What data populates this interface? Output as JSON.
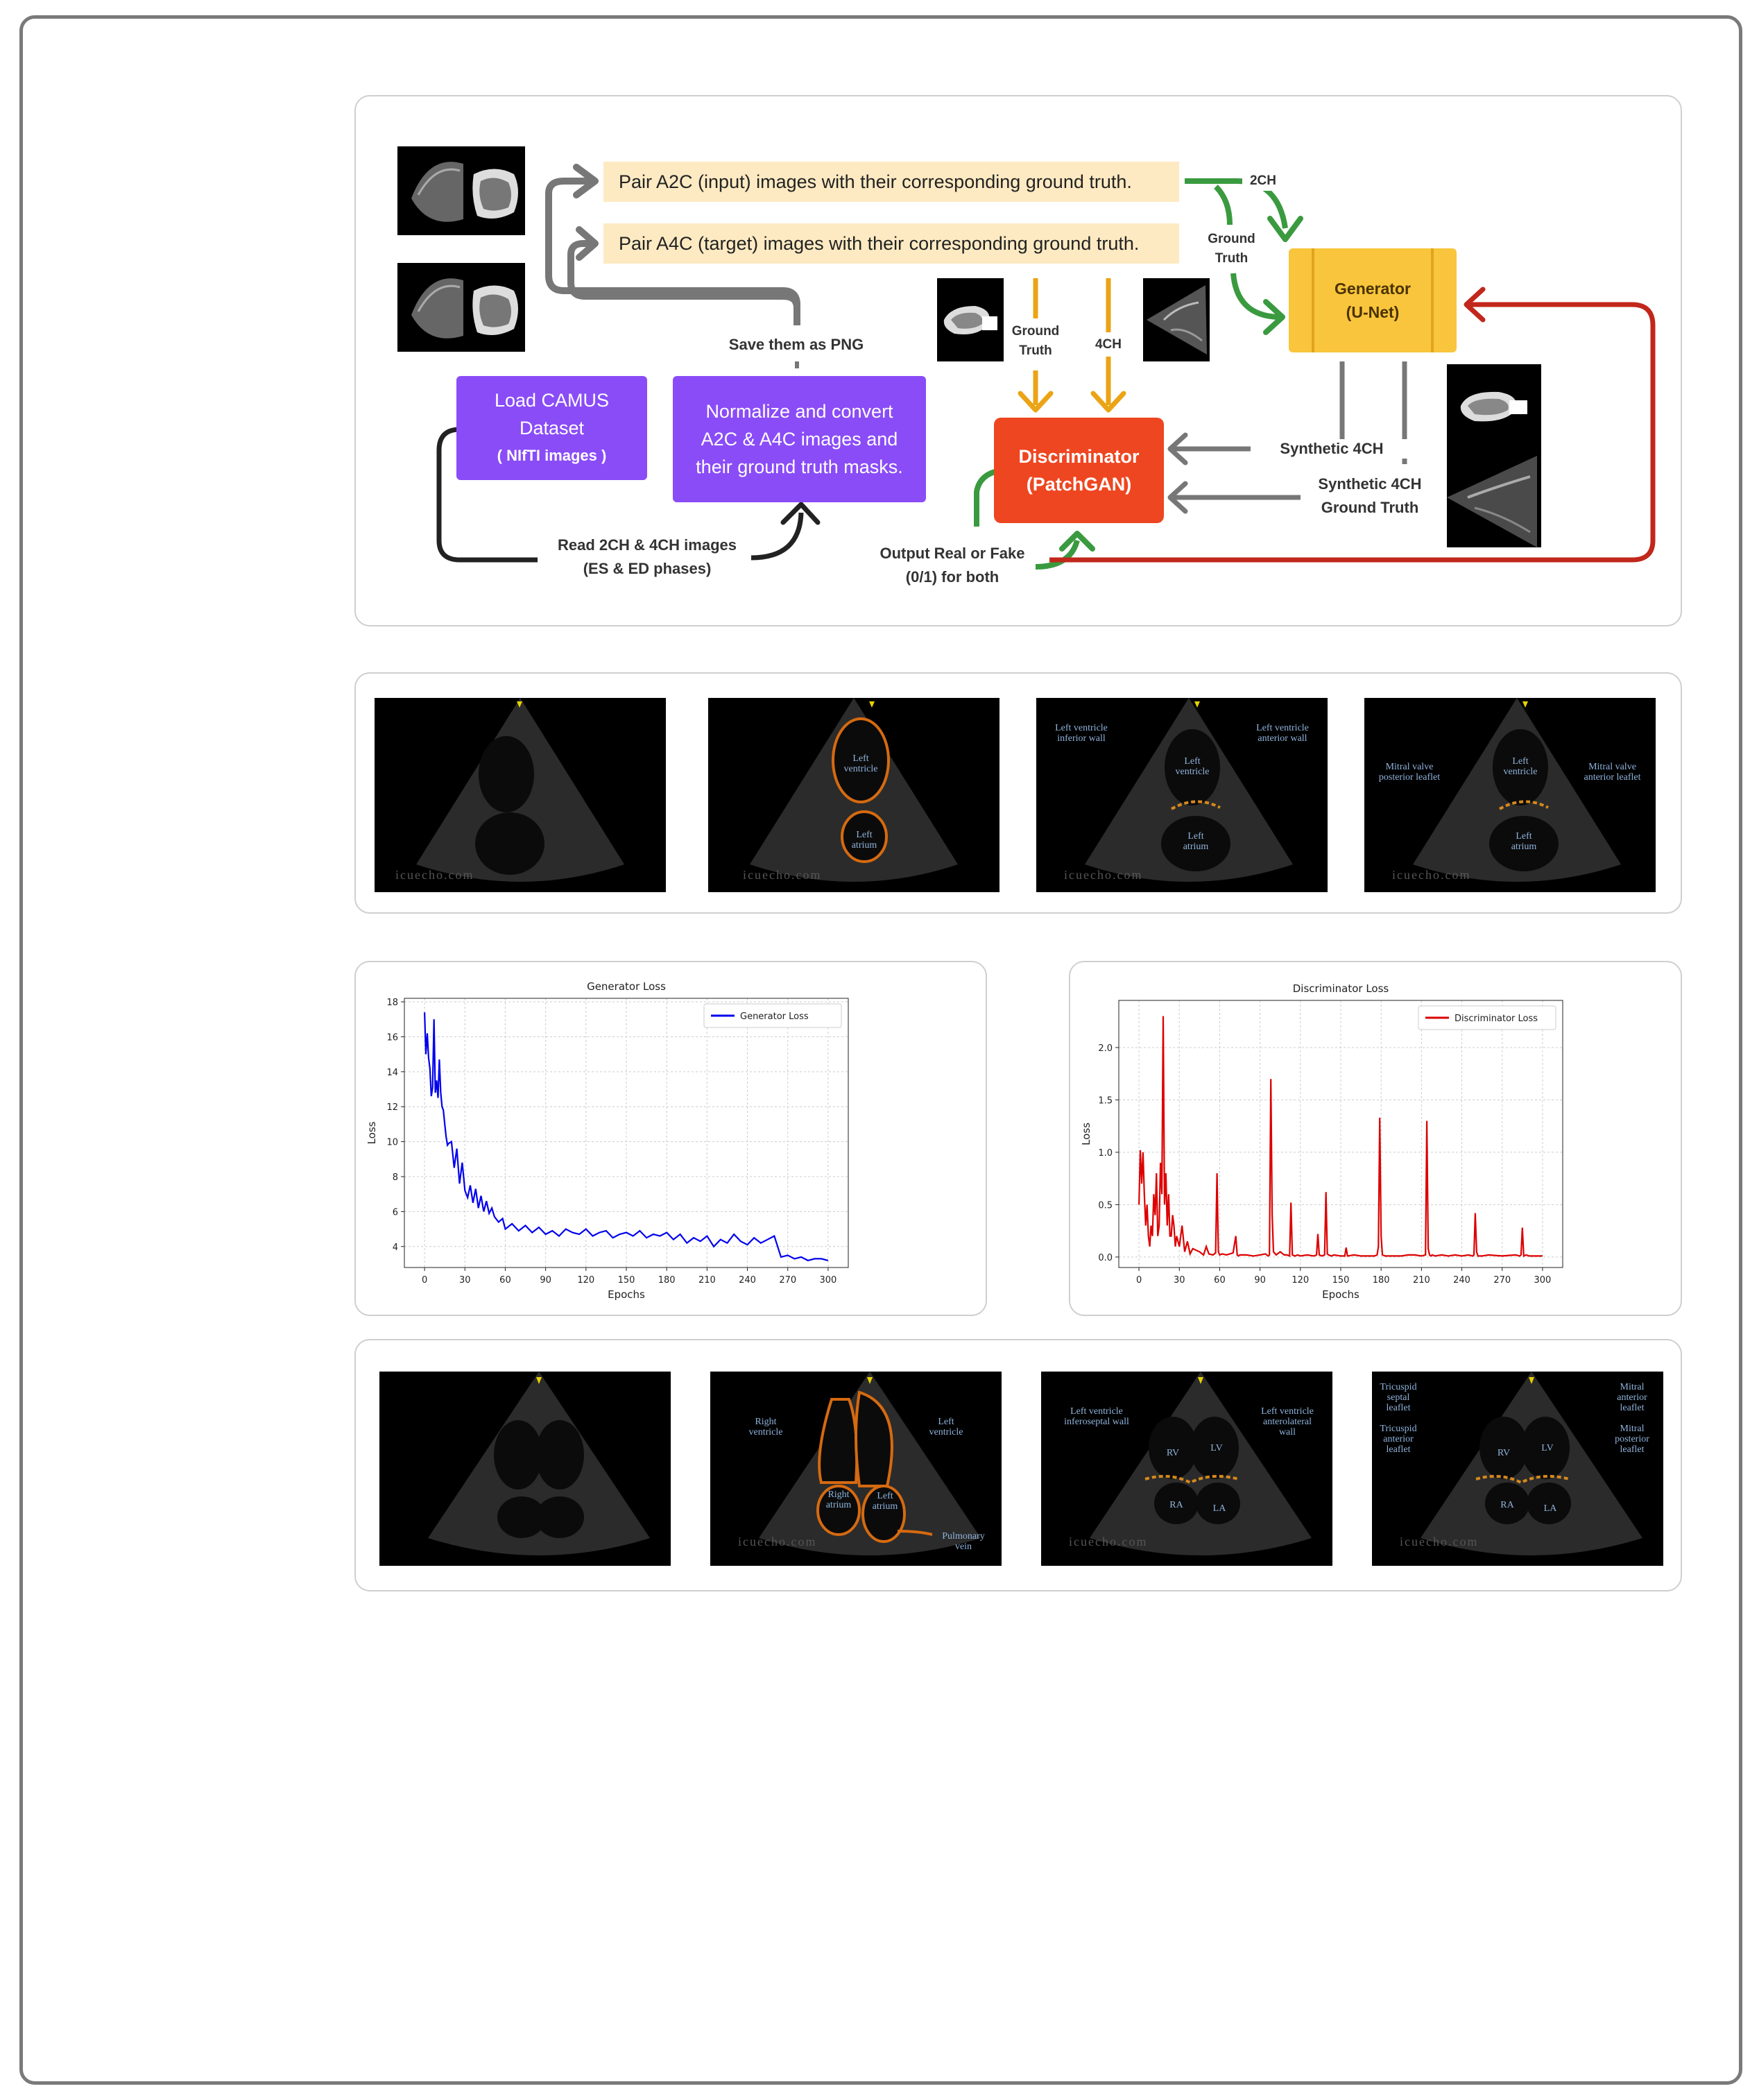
{
  "pipeline": {
    "pair_a2c": "Pair A2C (input) images with their corresponding ground truth.",
    "pair_a4c": "Pair A4C (target) images with their corresponding ground truth.",
    "save_png": "Save them as PNG",
    "load_camus_line1": "Load CAMUS",
    "load_camus_line2": "Dataset",
    "load_camus_line3": "( NIfTI images )",
    "normalize_line1": "Normalize and convert",
    "normalize_line2": "A2C & A4C images and",
    "normalize_line3": "their ground truth masks.",
    "read_line1": "Read 2CH & 4CH images",
    "read_line2": "(ES & ED phases)",
    "output_line1": "Output Real or Fake",
    "output_line2": "(0/1) for both",
    "label_2ch": "2CH",
    "gt_top_line1": "Ground",
    "gt_top_line2": "Truth",
    "gt_mid_line1": "Ground",
    "gt_mid_line2": "Truth",
    "label_4ch": "4CH",
    "generator_line1": "Generator",
    "generator_line2": "(U-Net)",
    "discriminator_line1": "Discriminator",
    "discriminator_line2": "(PatchGAN)",
    "synthetic_4ch": "Synthetic 4CH",
    "synthetic_gt_line1": "Synthetic 4CH",
    "synthetic_gt_line2": "Ground Truth",
    "colors": {
      "purple": "#8a4cf7",
      "cream": "#fdeac2",
      "generator": "#f9c53c",
      "discriminator": "#ee4621",
      "green": "#3a9a3f",
      "orange": "#eba416",
      "red": "#c1271b",
      "gray": "#777777"
    }
  },
  "echo_row1": {
    "watermark": "icuecho.com",
    "p2": {
      "lv": "Left\nventricle",
      "la": "Left\natrium"
    },
    "p3": {
      "inferior": "Left ventricle\ninferior wall",
      "anterior": "Left ventricle\nanterior wall",
      "lv": "Left\nventricle",
      "la": "Left\natrium"
    },
    "p4": {
      "posterior": "Mitral valve\nposterior leaflet",
      "anterior": "Mitral valve\nanterior leaflet",
      "lv": "Left\nventricle",
      "la": "Left\natrium"
    }
  },
  "echo_row2": {
    "watermark": "icuecho.com",
    "p2": {
      "rv": "Right\nventricle",
      "lv": "Left\nventricle",
      "ra": "Right\natrium",
      "la": "Left\natrium",
      "pv": "Pulmonary\nvein"
    },
    "p3": {
      "inferoseptal": "Left ventricle\ninferoseptal wall",
      "anterolateral": "Left ventricle\nanterolateral\nwall",
      "rv": "RV",
      "lv": "LV",
      "ra": "RA",
      "la": "LA"
    },
    "p4": {
      "tri_septal": "Tricuspid\nseptal\nleaflet",
      "tri_anterior": "Tricuspid\nanterior\nleaflet",
      "mit_anterior": "Mitral\nanterior\nleaflet",
      "mit_posterior": "Mitral\nposterior\nleaflet",
      "rv": "RV",
      "lv": "LV",
      "ra": "RA",
      "la": "LA"
    }
  },
  "chart_data": [
    {
      "type": "line",
      "title": "Generator Loss",
      "xlabel": "Epochs",
      "ylabel": "Loss",
      "xlim": [
        -15,
        315
      ],
      "ylim": [
        2.8,
        18.2
      ],
      "xticks": [
        0,
        30,
        60,
        90,
        120,
        150,
        180,
        210,
        240,
        270,
        300
      ],
      "yticks": [
        4,
        6,
        8,
        10,
        12,
        14,
        16,
        18
      ],
      "grid": true,
      "legend": "top-right",
      "color": "#0000ee",
      "series": [
        {
          "name": "Generator Loss",
          "x": [
            0,
            1,
            2,
            3,
            4,
            5,
            6,
            7,
            8,
            9,
            10,
            11,
            12,
            13,
            14,
            15,
            16,
            17,
            18,
            20,
            22,
            24,
            26,
            28,
            30,
            32,
            34,
            36,
            38,
            40,
            42,
            44,
            46,
            48,
            50,
            52,
            55,
            58,
            60,
            65,
            70,
            75,
            80,
            85,
            90,
            95,
            100,
            105,
            110,
            115,
            120,
            125,
            130,
            135,
            140,
            145,
            150,
            155,
            160,
            165,
            170,
            175,
            180,
            185,
            190,
            195,
            200,
            205,
            210,
            215,
            220,
            225,
            230,
            235,
            240,
            245,
            250,
            255,
            260,
            265,
            270,
            275,
            280,
            285,
            290,
            295,
            300
          ],
          "y": [
            17.4,
            15.0,
            16.2,
            14.8,
            14.2,
            12.6,
            13.1,
            17.0,
            12.8,
            13.5,
            12.5,
            14.7,
            12.8,
            12.0,
            11.8,
            11.0,
            10.3,
            9.8,
            9.9,
            10.0,
            8.5,
            9.6,
            7.6,
            8.8,
            7.2,
            6.8,
            7.5,
            6.5,
            7.3,
            6.2,
            6.9,
            6.0,
            6.6,
            5.9,
            6.2,
            5.7,
            5.4,
            5.6,
            5.0,
            5.3,
            4.9,
            5.2,
            4.8,
            5.1,
            4.7,
            4.9,
            4.6,
            5.0,
            4.8,
            4.7,
            5.0,
            4.6,
            4.8,
            4.9,
            4.5,
            4.7,
            4.8,
            4.6,
            4.9,
            4.5,
            4.7,
            4.6,
            4.8,
            4.4,
            4.7,
            4.2,
            4.5,
            4.3,
            4.6,
            4.0,
            4.4,
            4.2,
            4.7,
            4.3,
            4.1,
            4.5,
            4.2,
            4.4,
            4.6,
            3.4,
            3.5,
            3.3,
            3.4,
            3.2,
            3.3,
            3.3,
            3.2
          ]
        }
      ]
    },
    {
      "type": "line",
      "title": "Discriminator Loss",
      "xlabel": "Epochs",
      "ylabel": "Loss",
      "xlim": [
        -15,
        315
      ],
      "ylim": [
        -0.1,
        2.45
      ],
      "xticks": [
        0,
        30,
        60,
        90,
        120,
        150,
        180,
        210,
        240,
        270,
        300
      ],
      "yticks": [
        0.0,
        0.5,
        1.0,
        1.5,
        2.0
      ],
      "grid": true,
      "legend": "top-right",
      "color": "#dd0000",
      "series": [
        {
          "name": "Discriminator Loss",
          "x": [
            0,
            1,
            2,
            3,
            4,
            5,
            6,
            7,
            8,
            9,
            10,
            11,
            12,
            13,
            14,
            15,
            16,
            17,
            18,
            19,
            20,
            21,
            22,
            23,
            24,
            25,
            26,
            27,
            28,
            30,
            32,
            34,
            36,
            38,
            40,
            45,
            48,
            50,
            52,
            55,
            57,
            58,
            59,
            60,
            62,
            65,
            70,
            72,
            73,
            74,
            75,
            80,
            85,
            90,
            94,
            96,
            97,
            98,
            99,
            100,
            102,
            105,
            108,
            110,
            112,
            113,
            114,
            116,
            118,
            120,
            125,
            130,
            132,
            133,
            134,
            136,
            138,
            139,
            140,
            141,
            143,
            145,
            150,
            153,
            154,
            155,
            160,
            165,
            170,
            175,
            177,
            178,
            179,
            180,
            181,
            183,
            185,
            190,
            195,
            200,
            205,
            210,
            213,
            214,
            215,
            216,
            217,
            218,
            220,
            225,
            230,
            235,
            240,
            245,
            248,
            249,
            250,
            251,
            252,
            255,
            260,
            270,
            280,
            283,
            284,
            285,
            286,
            288,
            290,
            295,
            300
          ],
          "y": [
            0.5,
            1.02,
            0.7,
            1.0,
            0.6,
            0.3,
            0.5,
            0.2,
            0.1,
            0.3,
            0.2,
            0.6,
            0.4,
            0.8,
            0.2,
            0.3,
            0.9,
            0.6,
            2.3,
            0.5,
            0.8,
            0.3,
            0.6,
            0.2,
            0.2,
            0.4,
            0.3,
            0.1,
            0.2,
            0.1,
            0.3,
            0.05,
            0.15,
            0.03,
            0.08,
            0.05,
            0.02,
            0.1,
            0.03,
            0.02,
            0.04,
            0.8,
            0.05,
            0.02,
            0.03,
            0.02,
            0.04,
            0.2,
            0.02,
            0.01,
            0.02,
            0.02,
            0.01,
            0.02,
            0.03,
            0.01,
            0.02,
            1.7,
            0.4,
            0.05,
            0.02,
            0.05,
            0.02,
            0.02,
            0.01,
            0.52,
            0.02,
            0.01,
            0.02,
            0.01,
            0.02,
            0.01,
            0.02,
            0.22,
            0.02,
            0.01,
            0.02,
            0.62,
            0.03,
            0.02,
            0.01,
            0.02,
            0.01,
            0.01,
            0.09,
            0.01,
            0.02,
            0.01,
            0.01,
            0.01,
            0.02,
            0.1,
            1.33,
            0.2,
            0.02,
            0.01,
            0.01,
            0.01,
            0.01,
            0.02,
            0.02,
            0.01,
            0.02,
            1.3,
            0.08,
            0.02,
            0.01,
            0.02,
            0.01,
            0.02,
            0.01,
            0.02,
            0.01,
            0.02,
            0.01,
            0.02,
            0.42,
            0.05,
            0.01,
            0.01,
            0.02,
            0.01,
            0.02,
            0.01,
            0.02,
            0.28,
            0.01,
            0.02,
            0.01,
            0.01,
            0.01
          ]
        }
      ]
    }
  ]
}
